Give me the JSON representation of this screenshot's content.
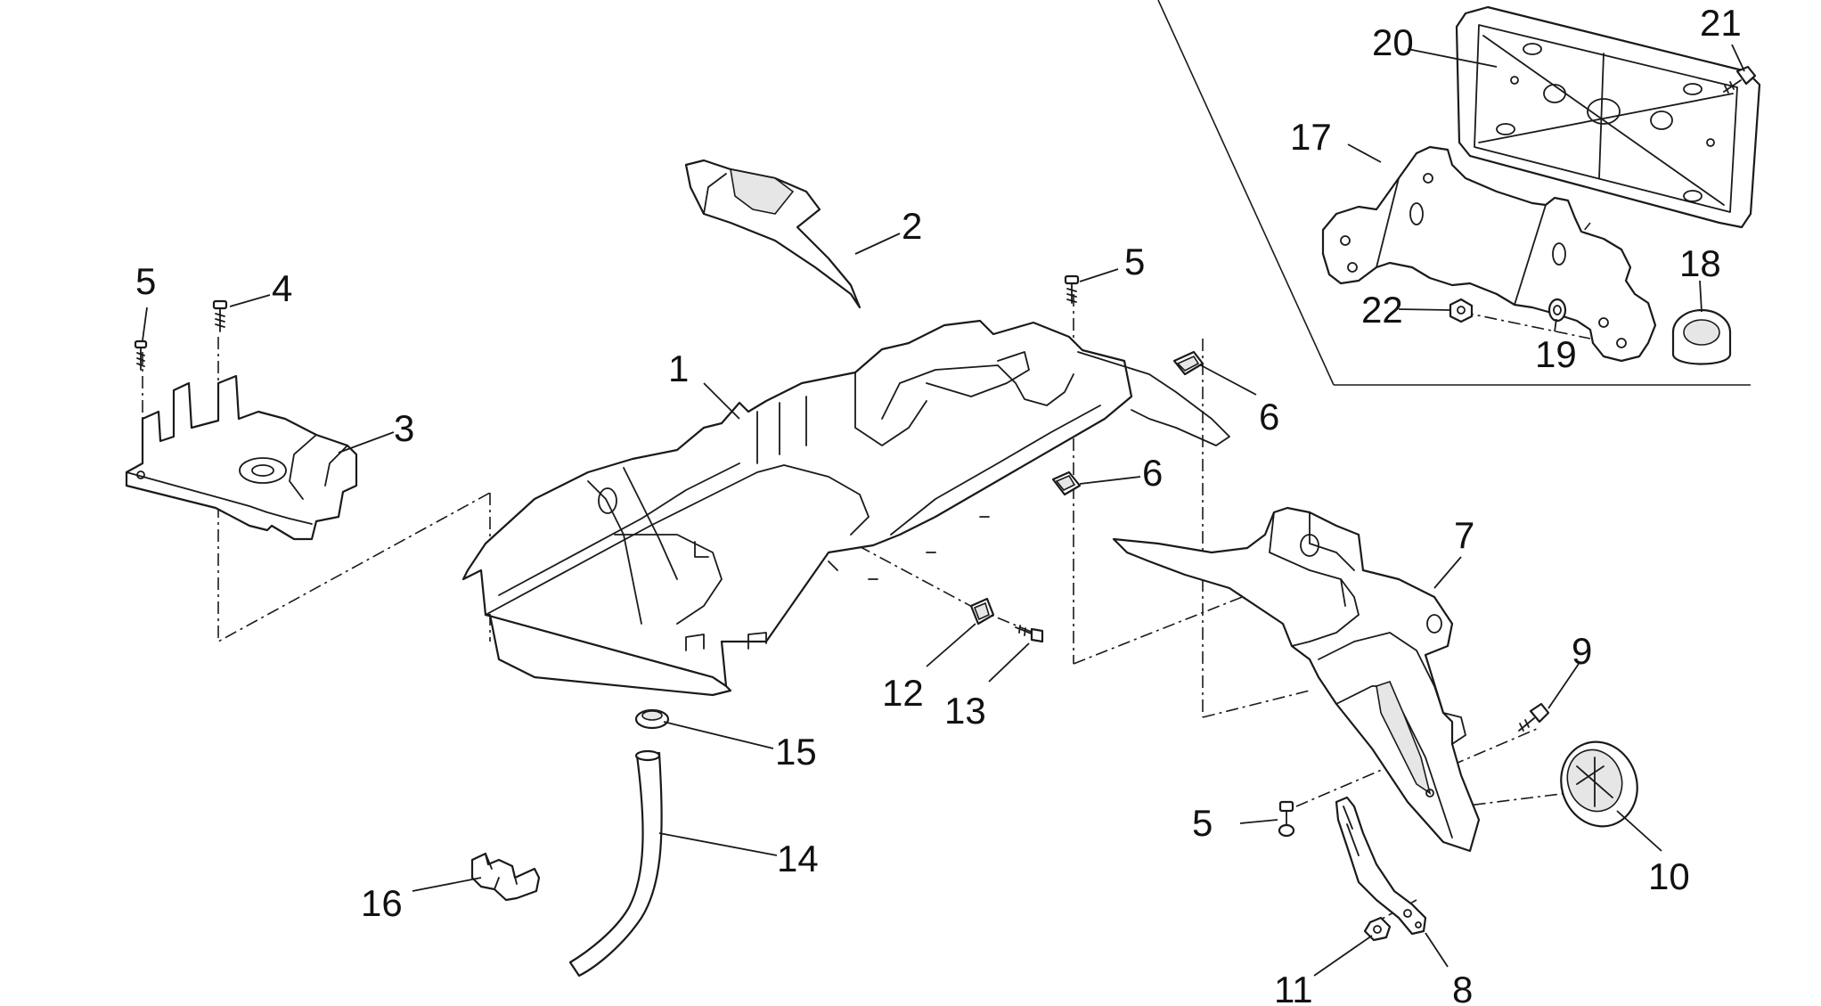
{
  "callouts": [
    {
      "id": "c1",
      "text": "1"
    },
    {
      "id": "c2",
      "text": "2"
    },
    {
      "id": "c3",
      "text": "3"
    },
    {
      "id": "c4",
      "text": "4"
    },
    {
      "id": "c5a",
      "text": "5"
    },
    {
      "id": "c5b",
      "text": "5"
    },
    {
      "id": "c5c",
      "text": "5"
    },
    {
      "id": "c6a",
      "text": "6"
    },
    {
      "id": "c6b",
      "text": "6"
    },
    {
      "id": "c7",
      "text": "7"
    },
    {
      "id": "c8",
      "text": "8"
    },
    {
      "id": "c9",
      "text": "9"
    },
    {
      "id": "c10",
      "text": "10"
    },
    {
      "id": "c11",
      "text": "11"
    },
    {
      "id": "c12",
      "text": "12"
    },
    {
      "id": "c13",
      "text": "13"
    },
    {
      "id": "c14",
      "text": "14"
    },
    {
      "id": "c15",
      "text": "15"
    },
    {
      "id": "c16",
      "text": "16"
    },
    {
      "id": "c17",
      "text": "17"
    },
    {
      "id": "c18",
      "text": "18"
    },
    {
      "id": "c19",
      "text": "19"
    },
    {
      "id": "c20",
      "text": "20"
    },
    {
      "id": "c21",
      "text": "21"
    },
    {
      "id": "c22",
      "text": "22"
    }
  ]
}
